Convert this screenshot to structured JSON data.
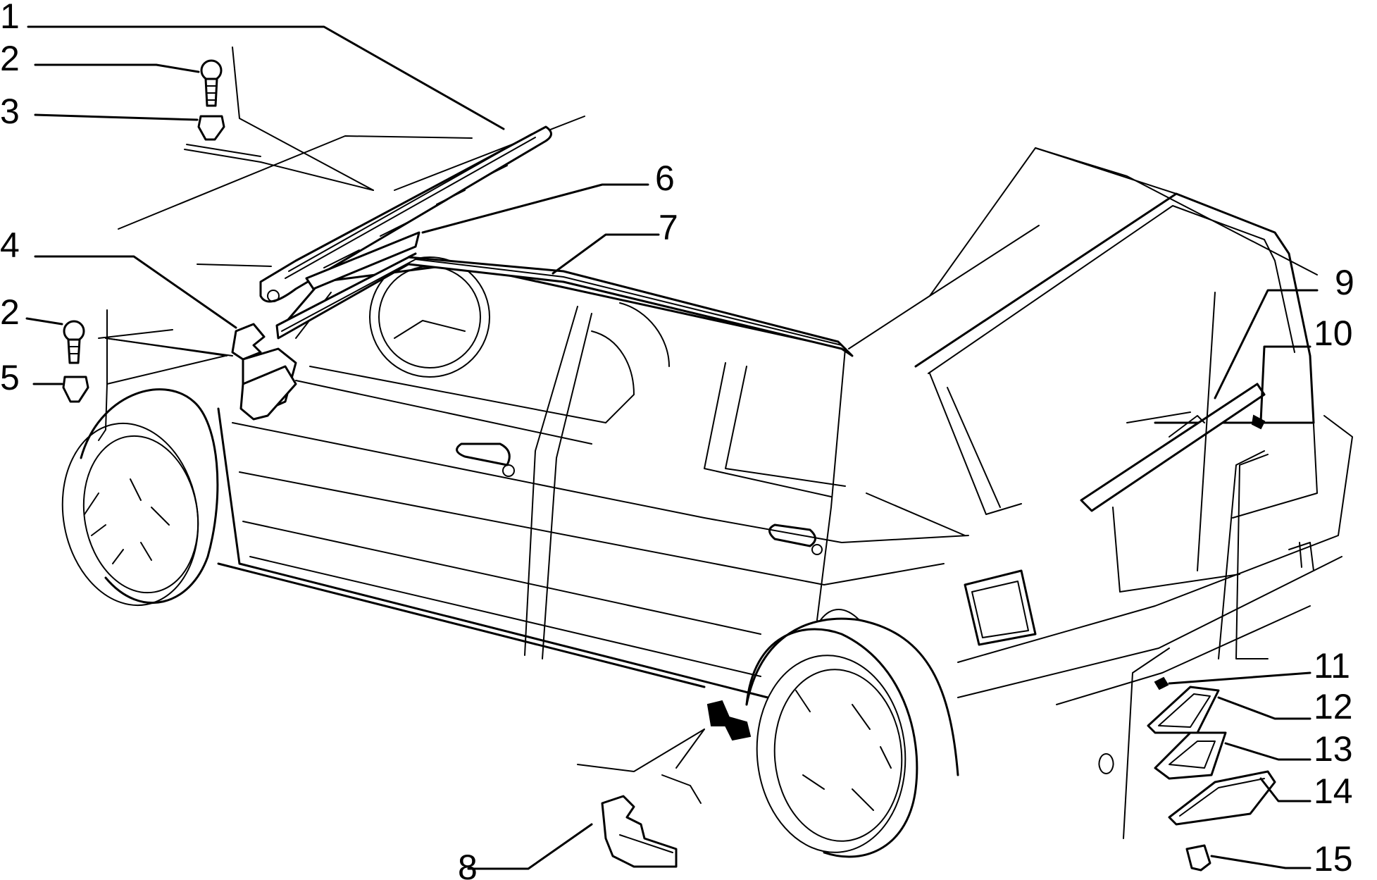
{
  "callouts": [
    {
      "id": "c1",
      "label": "1"
    },
    {
      "id": "c2a",
      "label": "2"
    },
    {
      "id": "c3",
      "label": "3"
    },
    {
      "id": "c4",
      "label": "4"
    },
    {
      "id": "c2b",
      "label": "2"
    },
    {
      "id": "c5",
      "label": "5"
    },
    {
      "id": "c6",
      "label": "6"
    },
    {
      "id": "c7",
      "label": "7"
    },
    {
      "id": "c8",
      "label": "8"
    },
    {
      "id": "c9",
      "label": "9"
    },
    {
      "id": "c10",
      "label": "10"
    },
    {
      "id": "c11",
      "label": "11"
    },
    {
      "id": "c12",
      "label": "12"
    },
    {
      "id": "c13",
      "label": "13"
    },
    {
      "id": "c14",
      "label": "14"
    },
    {
      "id": "c15",
      "label": "15"
    }
  ]
}
